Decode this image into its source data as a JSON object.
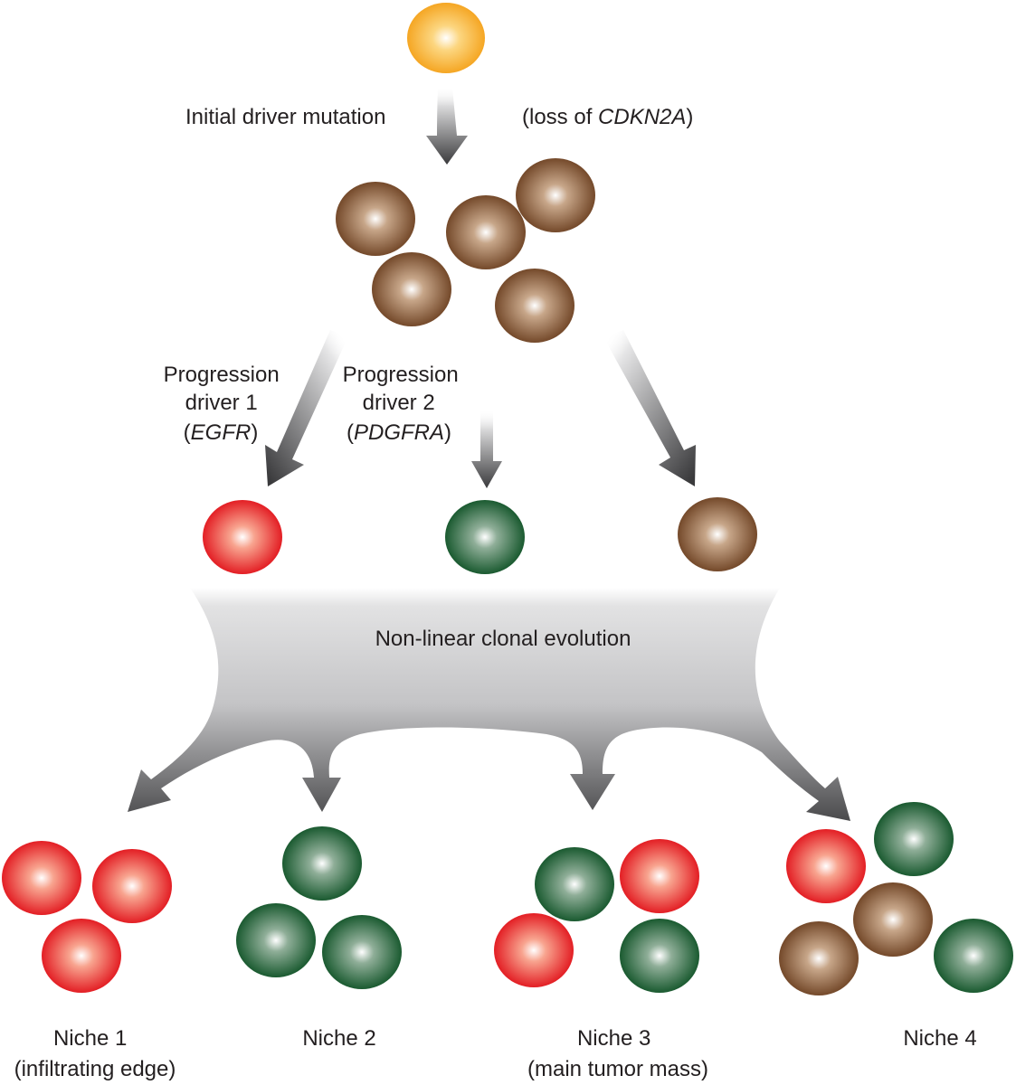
{
  "labels": {
    "initial_driver": "Initial driver mutation",
    "loss_prefix": "(loss of ",
    "loss_gene": "CDKN2A",
    "loss_suffix": ")",
    "prog1_line1": "Progression",
    "prog1_line2": "driver 1",
    "prog1_gene": "EGFR",
    "prog2_line1": "Progression",
    "prog2_line2": "driver 2",
    "prog2_gene": "PDGFRA",
    "paren_open": "(",
    "paren_close": ")",
    "evolution": "Non-linear clonal evolution",
    "niche1": "Niche 1",
    "niche1_sub": "(infiltrating edge)",
    "niche2": "Niche 2",
    "niche3": "Niche 3",
    "niche3_sub": "(main tumor mass)",
    "niche4": "Niche 4"
  },
  "colors": {
    "founder_cell": "#f5a623",
    "brown_cell": "#7b4f2c",
    "red_cell": "#e8262a",
    "green_cell": "#1f5e34",
    "arrow": "#3a3a3c",
    "text": "#231f20"
  }
}
